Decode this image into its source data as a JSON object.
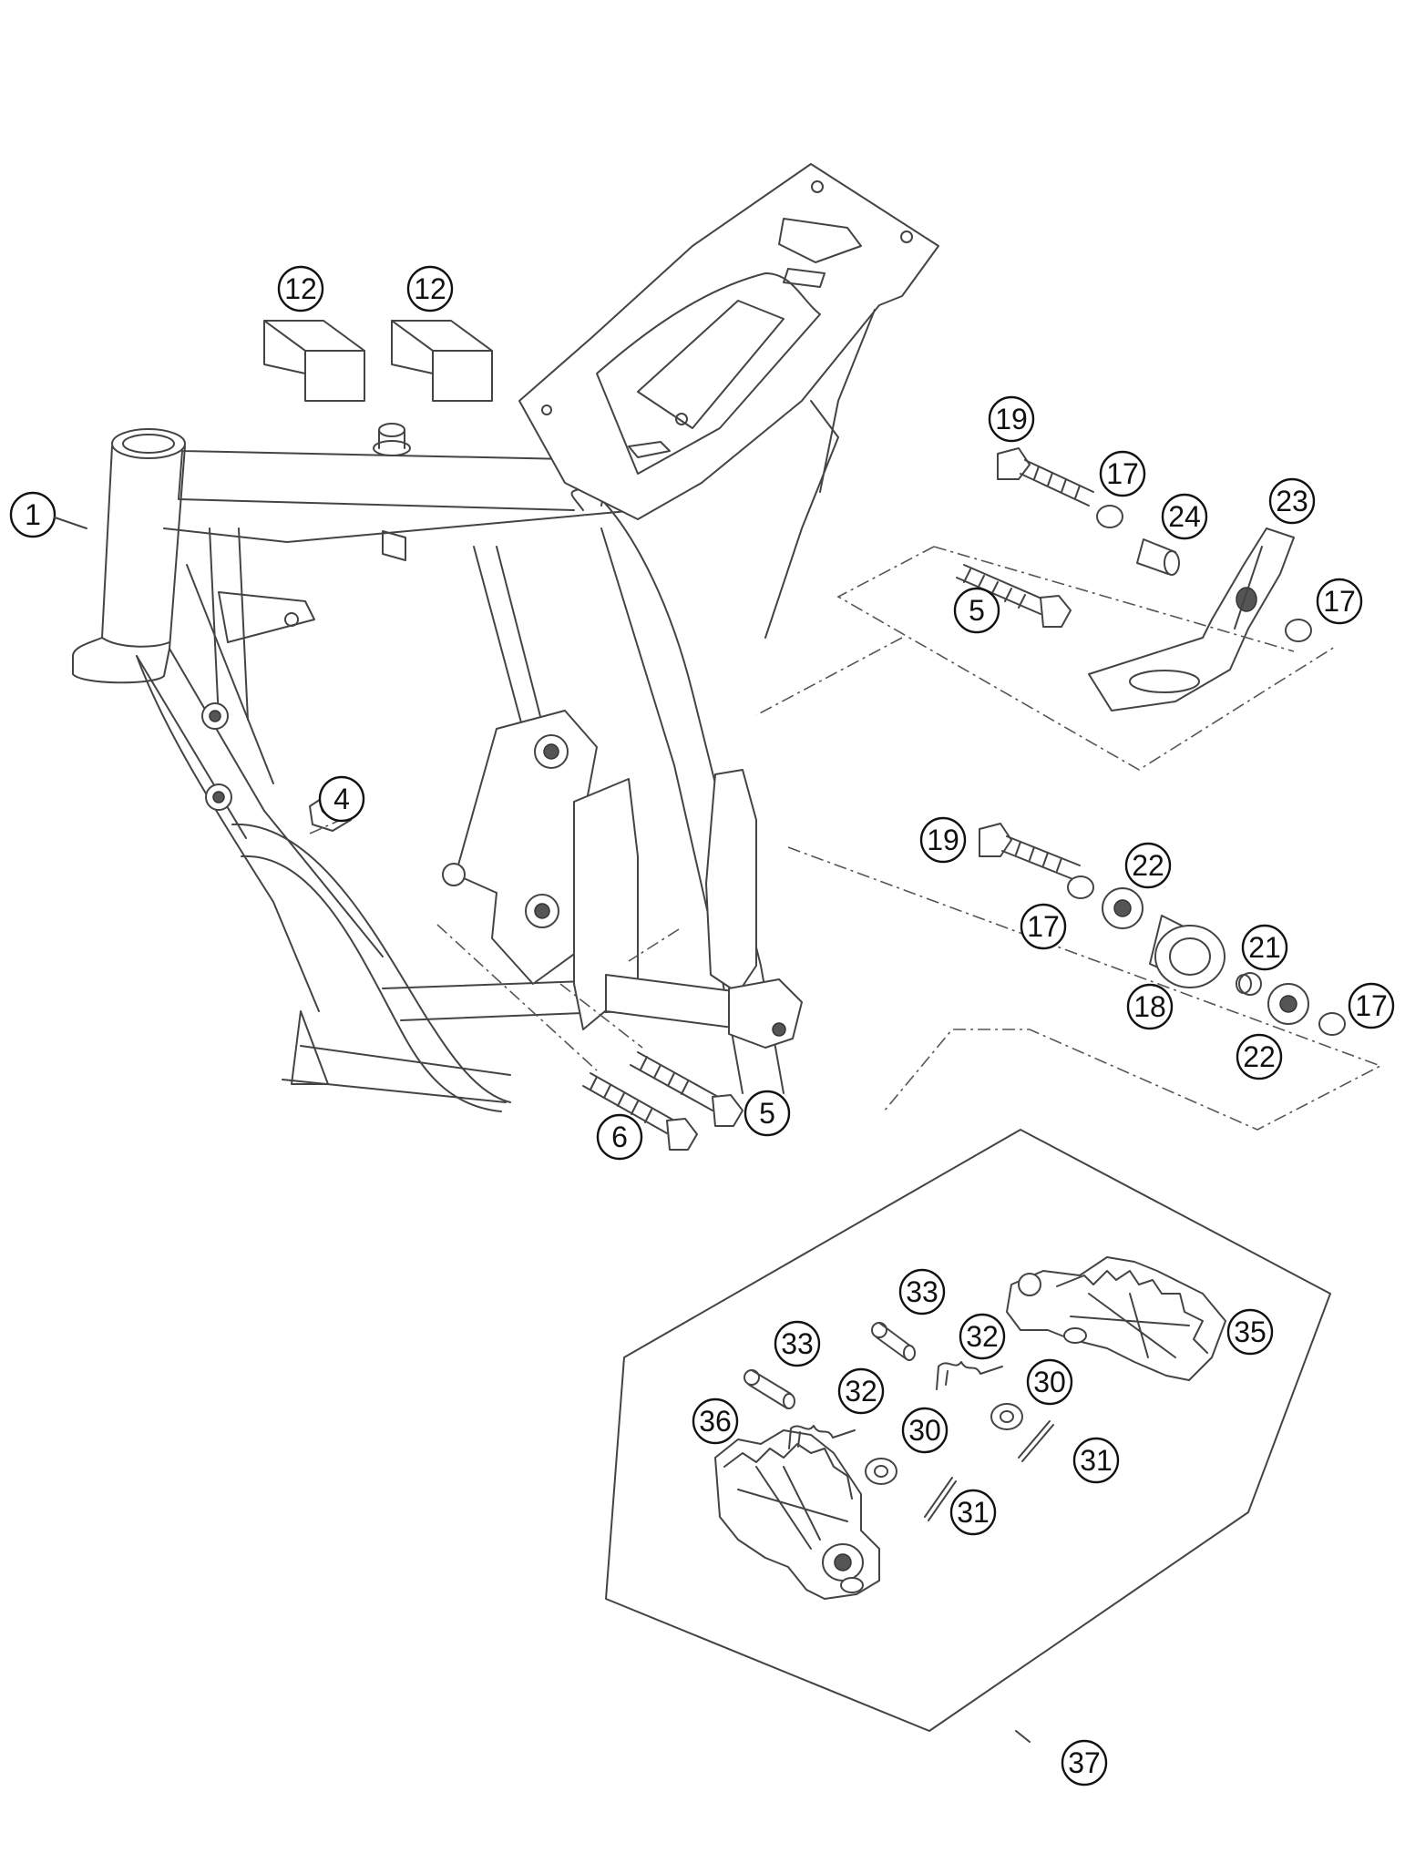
{
  "callouts": [
    {
      "label": "1"
    },
    {
      "label": "12"
    },
    {
      "label": "12"
    },
    {
      "label": "4"
    },
    {
      "label": "6"
    },
    {
      "label": "5"
    },
    {
      "label": "19"
    },
    {
      "label": "17"
    },
    {
      "label": "24"
    },
    {
      "label": "23"
    },
    {
      "label": "17"
    },
    {
      "label": "5"
    },
    {
      "label": "19"
    },
    {
      "label": "22"
    },
    {
      "label": "17"
    },
    {
      "label": "21"
    },
    {
      "label": "18"
    },
    {
      "label": "17"
    },
    {
      "label": "22"
    },
    {
      "label": "33"
    },
    {
      "label": "32"
    },
    {
      "label": "30"
    },
    {
      "label": "35"
    },
    {
      "label": "33"
    },
    {
      "label": "32"
    },
    {
      "label": "36"
    },
    {
      "label": "30"
    },
    {
      "label": "31"
    },
    {
      "label": "31"
    },
    {
      "label": "37"
    }
  ]
}
